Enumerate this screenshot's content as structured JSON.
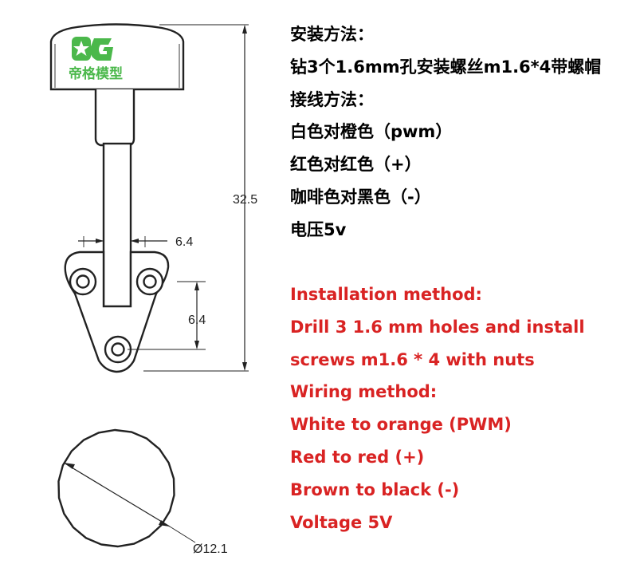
{
  "logo": {
    "mark": "DG",
    "name": "帝格模型"
  },
  "dimensions": {
    "height": "32.5",
    "stem_width": "6.4",
    "hole_spacing": "6.4",
    "diameter": "Ø12.1"
  },
  "chinese": [
    "安装方法：",
    "钻3个1.6mm孔安装螺丝m1.6*4带螺帽",
    "接线方法：",
    "白色对橙色（pwm）",
    "红色对红色（+）",
    "咖啡色对黑色（-）",
    "电压5v"
  ],
  "english": [
    "Installation method:",
    "Drill 3 1.6 mm holes and install",
    "screws m1.6 * 4 with nuts",
    "Wiring method:",
    "White to orange (PWM)",
    "Red to red (+)",
    "Brown to black (-)",
    "Voltage 5V"
  ],
  "colors": {
    "chinese_text": "#000000",
    "english_text": "#d92323",
    "logo_green": "#4bb84b"
  }
}
